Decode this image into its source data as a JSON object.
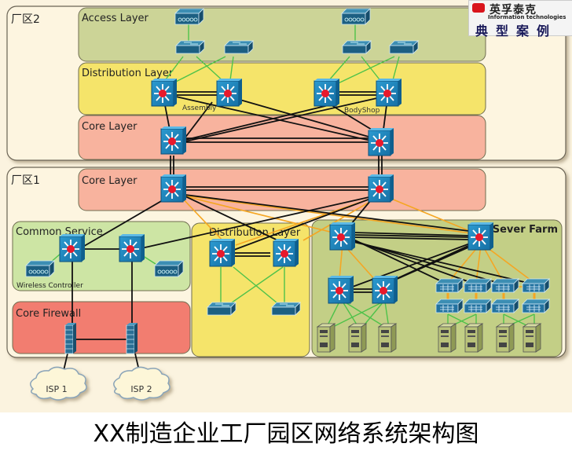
{
  "logo": {
    "company_cn": "英孚泰克",
    "company_en": "Information technologies",
    "tagline": "典型案例"
  },
  "zones": {
    "zone2": {
      "label": "厂区2",
      "layers": {
        "access": "Access Layer",
        "distribution": "Distribution Layer",
        "core": "Core Layer"
      },
      "site_labels": {
        "left": "Assembly",
        "right": "BodyShop"
      }
    },
    "zone1": {
      "label": "厂区1",
      "layers": {
        "core": "Core Layer",
        "common_service": "Common Service",
        "distribution": "Distribution Layer",
        "server_farm": "Sever Farm",
        "core_firewall": "Core Firewall"
      },
      "device_labels": {
        "wireless_controller": "Wireless Controller"
      },
      "isp": [
        "ISP 1",
        "ISP 2"
      ]
    }
  },
  "colors": {
    "access_layer": "#ccd497",
    "distribution_layer": "#f5e46a",
    "core_layer": "#f8b39e",
    "common_service": "#cde5a4",
    "server_farm": "#c3cf86",
    "core_firewall": "#f27d70",
    "switch_blue": "#1f88c0",
    "link_black": "#111111",
    "link_green": "#4fc24a",
    "link_orange": "#f5a623"
  },
  "caption": "XX制造企业工厂园区网络系统架构图"
}
